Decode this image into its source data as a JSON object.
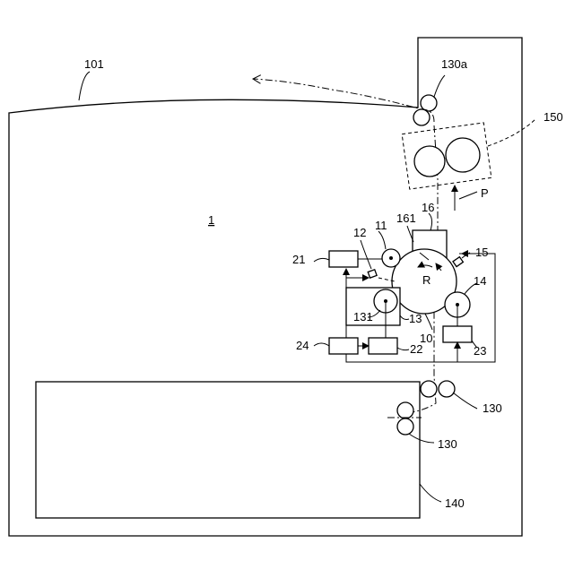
{
  "labels": {
    "frame_top": "101",
    "roller_exit": "130a",
    "fixing_unit": "150",
    "paper": "P",
    "apparatus": "1",
    "cleaner": "16",
    "blade": "161",
    "charger": "11",
    "exposure": "12",
    "sensor": "15",
    "power_charge": "21",
    "rotation": "R",
    "transfer": "14",
    "developer_roller": "131",
    "developer": "13",
    "drum": "10",
    "power_develop": "22",
    "power_transfer": "23",
    "controller": "24",
    "conveying_roller_upper": "130",
    "conveying_roller_lower": "130",
    "tray": "140"
  }
}
